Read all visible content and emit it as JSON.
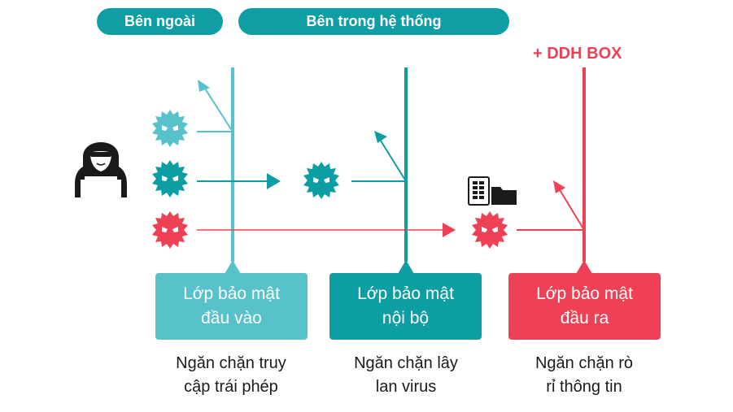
{
  "header": {
    "outside_label": "Bên ngoài",
    "inside_label": "Bên trong hệ thống",
    "addon_label": "+ DDH BOX"
  },
  "colors": {
    "light_teal": "#57c2c9",
    "teal": "#0d9ea4",
    "red": "#ef4155",
    "dark": "#1a1a1a"
  },
  "actors": {
    "hacker": "hacker-icon",
    "viruses": [
      "virus-light-teal",
      "virus-teal",
      "virus-red"
    ],
    "data": [
      "document-icon",
      "folder-icon"
    ]
  },
  "layers": [
    {
      "title_line1": "Lớp bảo mật",
      "title_line2": "đầu vào",
      "desc_line1": "Ngăn chặn truy",
      "desc_line2": "cập trái phép"
    },
    {
      "title_line1": "Lớp bảo mật",
      "title_line2": "nội bộ",
      "desc_line1": "Ngăn chặn lây",
      "desc_line2": "lan virus"
    },
    {
      "title_line1": "Lớp bảo mật",
      "title_line2": "đầu ra",
      "desc_line1": "Ngăn chặn rò",
      "desc_line2": "rỉ thông tin"
    }
  ]
}
